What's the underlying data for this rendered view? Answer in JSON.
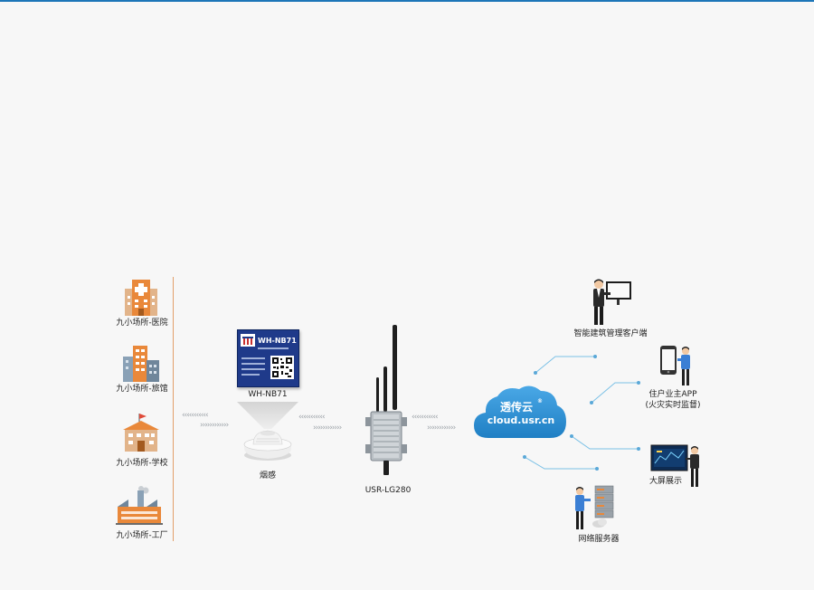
{
  "venues": [
    {
      "label": "九小场所-医院"
    },
    {
      "label": "九小场所-旅馆"
    },
    {
      "label": "九小场所-学校"
    },
    {
      "label": "九小场所-工厂"
    }
  ],
  "module": {
    "chip_text": "WH-NB71",
    "label": "WH-NB71"
  },
  "sensor": {
    "label": "烟感"
  },
  "gateway": {
    "label": "USR-LG280"
  },
  "cloud": {
    "title": "透传云",
    "url": "cloud.usr.cn",
    "mark": "®"
  },
  "clients": [
    {
      "label": "智能建筑管理客户端"
    },
    {
      "label": "住户业主APP",
      "sub": "(火灾实时监督)"
    },
    {
      "label": "大屏展示"
    },
    {
      "label": "网络服务器"
    }
  ],
  "arrows": {
    "left": "‹‹‹‹‹‹‹‹‹‹‹",
    "right": "››››››››››››"
  },
  "colors": {
    "accent": "#1d76b8",
    "cloud": "#2b8fd4",
    "orange": "#e9883a",
    "separator": "#e2a06a"
  }
}
